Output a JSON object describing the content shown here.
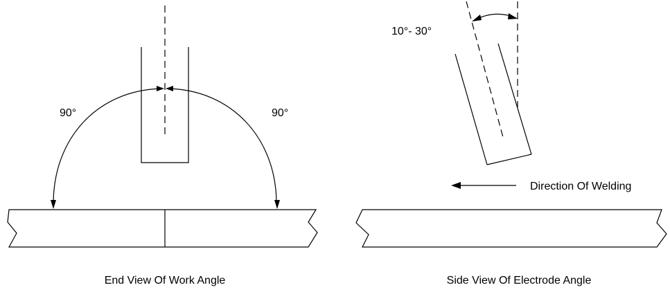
{
  "left_view": {
    "angle_left_label": "90°",
    "angle_right_label": "90°",
    "caption": "End View Of Work Angle"
  },
  "right_view": {
    "angle_range_label": "10°- 30°",
    "direction_label": "Direction Of Welding",
    "caption": "Side View Of Electrode Angle"
  }
}
